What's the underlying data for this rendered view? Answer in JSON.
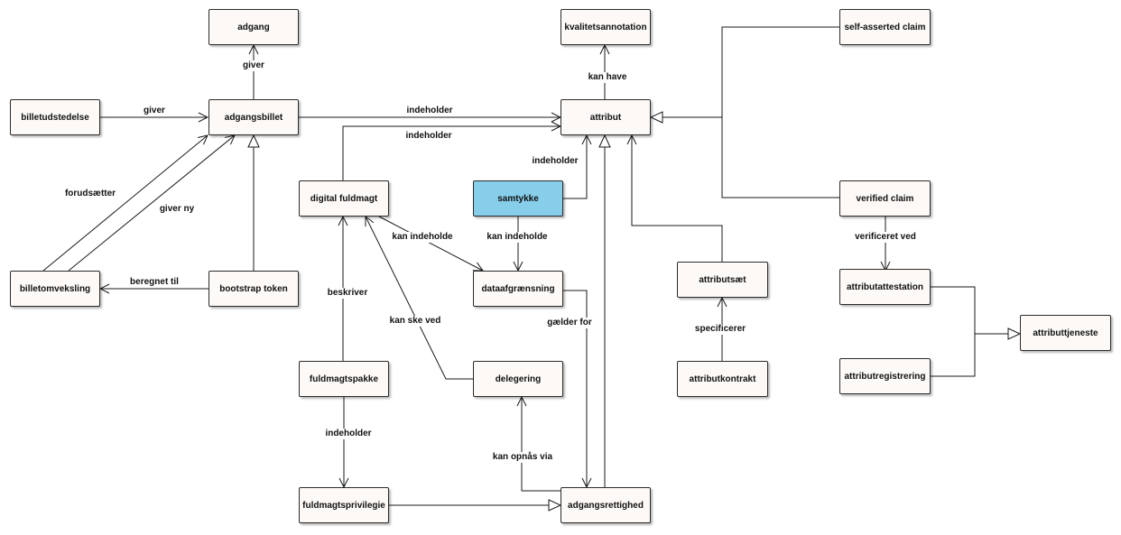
{
  "nodes": {
    "adgang": "adgang",
    "kvalitetsannotation": "kvalitetsannotation",
    "self_asserted_claim": "self-asserted claim",
    "billetudstedelse": "billetudstedelse",
    "adgangsbillet": "adgangsbillet",
    "attribut": "attribut",
    "digital_fuldmagt": "digital fuldmagt",
    "samtykke": "samtykke",
    "verified_claim": "verified claim",
    "billetomveksling": "billetomveksling",
    "bootstrap_token": "bootstrap token",
    "dataafgraensning": "dataafgrænsning",
    "attributsaet": "attributsæt",
    "attributattestation": "attributattestation",
    "attributtjeneste": "attributtjeneste",
    "fuldmagtspakke": "fuldmagtspakke",
    "delegering": "delegering",
    "attributkontrakt": "attributkontrakt",
    "attributregistrering": "attributregistrering",
    "fuldmagtsprivilegie": "fuldmagtsprivilegie",
    "adgangsrettighed": "adgangsrettighed"
  },
  "edge_labels": {
    "adgangsbillet_giver_adgang": "giver",
    "kan_have": "kan have",
    "billetudstedelse_giver": "giver",
    "adgangsbillet_indeholder": "indeholder",
    "fuldmagt_indeholder": "indeholder",
    "samtykke_indeholder": "indeholder",
    "forudsaetter": "forudsætter",
    "giver_ny": "giver ny",
    "fuldmagt_kan_indeholde": "kan indeholde",
    "samtykke_kan_indeholde": "kan indeholde",
    "verificeret_ved": "verificeret ved",
    "beregnet_til": "beregnet til",
    "beskriver": "beskriver",
    "kan_ske_ved": "kan ske ved",
    "gaelder_for": "gælder for",
    "specificerer": "specificerer",
    "pakke_indeholder": "indeholder",
    "kan_opnaas_via": "kan opnås via"
  },
  "colors": {
    "node_fill": "#fdf9f6",
    "highlight_fill": "#87ceeb",
    "line": "#1a1a1a"
  }
}
